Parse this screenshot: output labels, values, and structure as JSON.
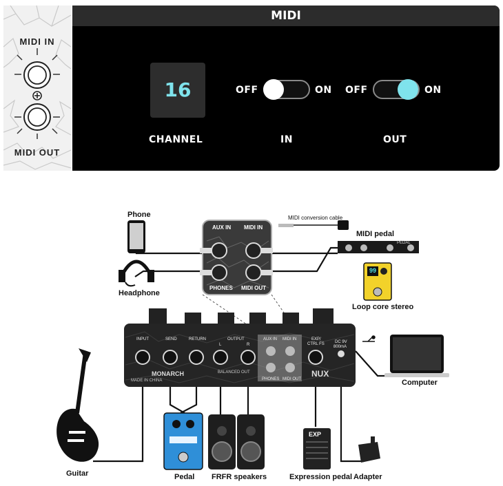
{
  "midi_panel": {
    "title": "MIDI",
    "jack_labels": {
      "midi_in": "MIDI  IN",
      "midi_out": "MIDI  OUT"
    },
    "channel": {
      "value": "16",
      "label": "CHANNEL"
    },
    "in_toggle": {
      "label": "IN",
      "off_text": "OFF",
      "on_text": "ON",
      "state": "off"
    },
    "out_toggle": {
      "label": "OUT",
      "off_text": "OFF",
      "on_text": "ON",
      "state": "on"
    },
    "colors": {
      "accent": "#7fe3ec",
      "panel_bg": "#000000",
      "header_bg": "#2c2c2c"
    }
  },
  "diagram": {
    "labels": {
      "phone": "Phone",
      "headphone": "Headphone",
      "midi_cable": "MIDI conversion cable",
      "midi_pedal": "MIDI pedal",
      "pedal_bar_text": "PEDAL",
      "loop_core": "Loop core stereo",
      "loop_display": "99",
      "computer": "Computer",
      "guitar": "Guitar",
      "pedal": "Pedal",
      "frfr": "FRFR speakers",
      "expression_pedal": "Expression pedal",
      "exp_text": "EXP",
      "adapter": "Adapter"
    },
    "zoom_labels": {
      "aux_in": "AUX  IN",
      "midi_in": "MIDI  IN",
      "phones": "PHONES",
      "midi_out": "MIDI  OUT"
    },
    "device_labels": {
      "input": "INPUT",
      "send": "SEND",
      "return": "RETURN",
      "output": "OUTPUT",
      "out_l": "L",
      "out_r": "R",
      "aux_in": "AUX IN",
      "midi_in": "MIDI IN",
      "exp": "EXP/",
      "ctrl": "CTRL FS",
      "dc": "DC 9V",
      "ma": "800mA",
      "phones": "PHONES",
      "midi_out": "MIDI OUT",
      "brand_left": "MONARCH",
      "brand_right": "NUX",
      "made_in": "MADE IN CHINA",
      "balanced": "BALANCED OUT"
    }
  }
}
